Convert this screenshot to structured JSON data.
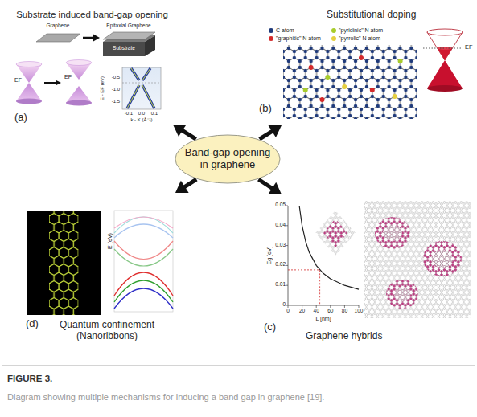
{
  "diagram": {
    "caption": "Diagram showing multiple mechanisms for inducing a band gap in graphene [19].",
    "nodes": [
      {
        "text": [
          "Substrate induced band-gap opening",
          "(a)"
        ]
      },
      {
        "text": [
          "Substitutional doping",
          "(b)"
        ]
      },
      {
        "text": [
          "Band-gap opening in graphene"
        ]
      },
      {
        "text": [
          "Quantum confinement (Nanoribbons)",
          "(d)"
        ]
      },
      {
        "text": [
          "Graphene hybrids",
          "(c)"
        ]
      }
    ],
    "edges": [
      {
        "from": 2,
        "to": 0,
        "arrow": "to"
      },
      {
        "from": 2,
        "to": 1,
        "arrow": "to"
      },
      {
        "from": 2,
        "to": 3,
        "arrow": "to"
      },
      {
        "from": 2,
        "to": 4,
        "arrow": "to"
      }
    ],
    "labels": [
      "FIGURE 3.",
      "Graphene",
      "Epitaxial Graphene",
      "Substrate",
      "EF",
      "EF",
      "-0.5",
      "-1.0",
      "-1.5",
      "-0.1",
      "0.0",
      "0.1",
      "E - EF (eV)",
      "k - K (Å⁻¹)",
      "EF",
      "Eg [eV]",
      "0.05",
      "0.04",
      "0.03",
      "0.02",
      "0.01",
      "0",
      "0",
      "20",
      "40",
      "60",
      "80",
      "100",
      "L [nm]",
      "E (eV)"
    ],
    "legend": [
      {
        "text": "C atom",
        "color": "#1f3a7a"
      },
      {
        "text": "\"pyridinic\" N atom",
        "color": "#a8cc2c"
      },
      {
        "text": "\"graphitic\" N atom",
        "color": "#d42a2a"
      },
      {
        "text": "\"pyrrolic\" N atom",
        "color": "#e6d040"
      }
    ]
  }
}
